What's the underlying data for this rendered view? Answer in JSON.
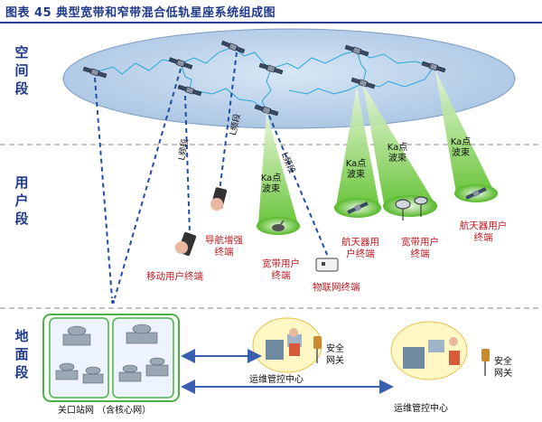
{
  "figure": {
    "title": "图表 45  典型宽带和窄带混合低轨星座系统组成图"
  },
  "segments": {
    "space": "空间段",
    "user": "用户段",
    "ground": "地面段"
  },
  "links": {
    "l_band_1": "L频段",
    "l_band_2": "L频段",
    "l_band_3": "L频段"
  },
  "beams": {
    "ka_spot": "Ka点波束"
  },
  "terminals": {
    "mobile": "移动用户终端",
    "nav": "导航增强终端",
    "broadband": "宽带用户终端",
    "iot": "物联网终端",
    "aerospace_1": "航天器用户终端",
    "broadband_2": "宽带用户终端",
    "aerospace_2": "航天器用户终端"
  },
  "ground": {
    "gateway": "关口站网 （含核心网）",
    "ops_center_1": "运维管控中心",
    "ops_center_2": "运维管控中心",
    "security_gateway_1": "安全网关",
    "security_gateway_2": "安全网关"
  }
}
